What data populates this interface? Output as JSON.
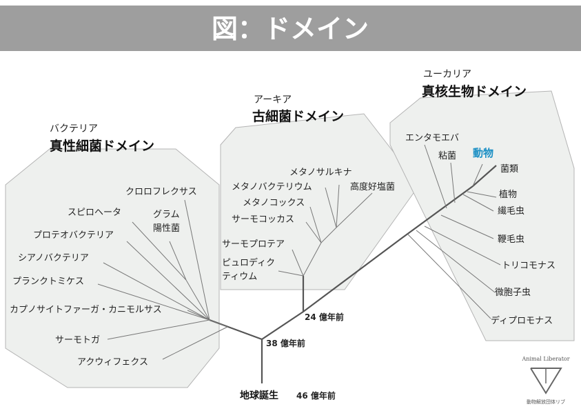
{
  "title": "図：ドメイン",
  "domains": {
    "bacteria": {
      "kana": "バクテリア",
      "name": "真性細菌ドメイン",
      "leaves": [
        "クロロフレクサス",
        "スピロヘータ",
        "グラム",
        "陽性菌",
        "プロテオバクテリア",
        "シアノバクテリア",
        "プランクトミケス",
        "カプノサイトファーガ・カニモルサス",
        "サーモトガ",
        "アクウィフェクス"
      ]
    },
    "archaea": {
      "kana": "アーキア",
      "name": "古細菌ドメイン",
      "leaves": [
        "メタノサルキナ",
        "メタノバクテリウム",
        "高度好塩菌",
        "メタノコックス",
        "サーモコッカス",
        "サーモプロテア",
        "ピュロディク",
        "ティウム"
      ]
    },
    "eukarya": {
      "kana": "ユーカリア",
      "name": "真核生物ドメイン",
      "leaves": [
        "エンタモエバ",
        "粘菌",
        "動物",
        "菌類",
        "植物",
        "繊毛虫",
        "鞭毛虫",
        "トリコモナス",
        "微胞子虫",
        "ディプロモナス"
      ]
    }
  },
  "ages": {
    "archaea_euk": "24 億年前",
    "bacteria_split": "38 億年前",
    "earth_label": "地球誕生",
    "earth_age": "46 億年前"
  },
  "logo": {
    "en": "Animal Liberator",
    "ja": "動物解放団体リブ"
  },
  "colors": {
    "banner": "#9e9e9e",
    "highlight": "#1a8fc4",
    "region_fill": "#eef0ee"
  }
}
